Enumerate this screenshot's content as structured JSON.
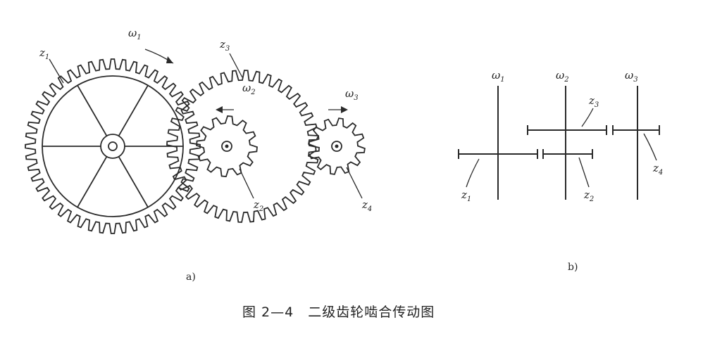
{
  "diagram": {
    "panel_a": {
      "label": "a)",
      "gears": [
        {
          "id": "z1",
          "name": "z",
          "sub": "1"
        },
        {
          "id": "z3",
          "name": "z",
          "sub": "3"
        },
        {
          "id": "z2",
          "name": "z",
          "sub": "2"
        },
        {
          "id": "z4",
          "name": "z",
          "sub": "4"
        }
      ],
      "omegas": [
        {
          "id": "w1",
          "name": "ω",
          "sub": "1"
        },
        {
          "id": "w2",
          "name": "ω",
          "sub": "2"
        },
        {
          "id": "w3",
          "name": "ω",
          "sub": "3"
        }
      ]
    },
    "panel_b": {
      "label": "b)",
      "shafts": [
        {
          "name": "ω",
          "sub": "1"
        },
        {
          "name": "ω",
          "sub": "2"
        },
        {
          "name": "ω",
          "sub": "3"
        }
      ],
      "gears": [
        {
          "name": "z",
          "sub": "1"
        },
        {
          "name": "z",
          "sub": "2"
        },
        {
          "name": "z",
          "sub": "3"
        },
        {
          "name": "z",
          "sub": "4"
        }
      ]
    },
    "caption": "图 2—4　二级齿轮啮合传动图"
  }
}
